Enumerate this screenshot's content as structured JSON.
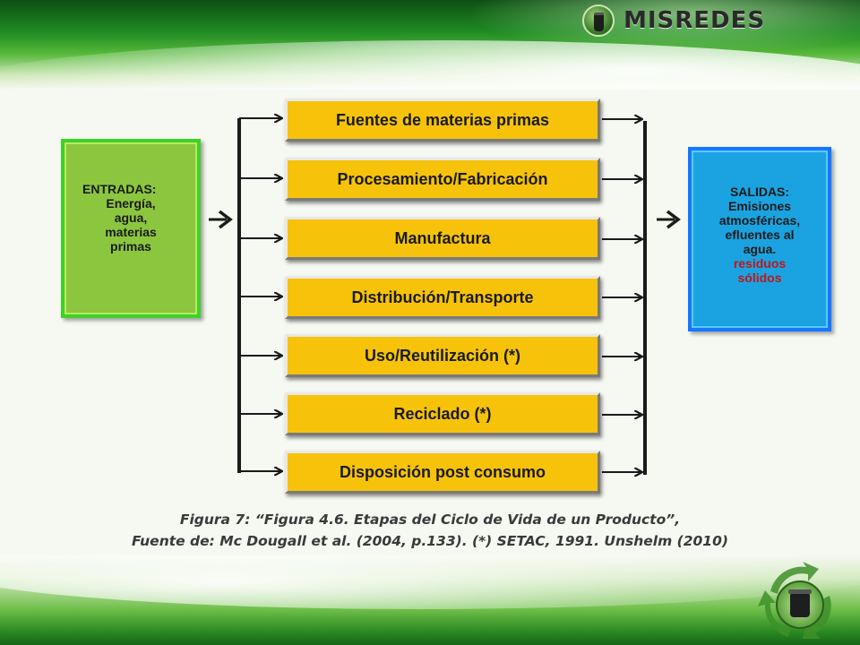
{
  "header": {
    "brand": "MISREDES",
    "brand_icon": "trash-bin-icon"
  },
  "inputs": {
    "title": "ENTRADAS:",
    "lines": [
      "Energía,",
      "agua,",
      "materias",
      "primas"
    ],
    "color": "#8cc63f",
    "border_color": "#3fd12a"
  },
  "stages": [
    "Fuentes de materias primas",
    "Procesamiento/Fabricación",
    "Manufactura",
    "Distribución/Transporte",
    "Uso/Reutilización (*)",
    "Reciclado (*)",
    "Disposición post consumo"
  ],
  "stage_color": "#f6c30a",
  "outputs": {
    "title": "SALIDAS:",
    "lines": [
      "Emisiones",
      "atmosféricas,",
      "efluentes al",
      "agua."
    ],
    "highlight_lines": [
      "residuos",
      "sólidos"
    ],
    "color": "#1aa3e0",
    "border_color": "#1477ff",
    "highlight_color": "#c0161b"
  },
  "caption": {
    "line1": "Figura 7: “Figura 4.6. Etapas del Ciclo de Vida de un Producto”,",
    "line2": "Fuente de: Mc Dougall et al. (2004, p.133). (*) SETAC, 1991. Unshelm (2010)"
  },
  "footer": {
    "logo_icon": "recycle-bin-icon"
  }
}
